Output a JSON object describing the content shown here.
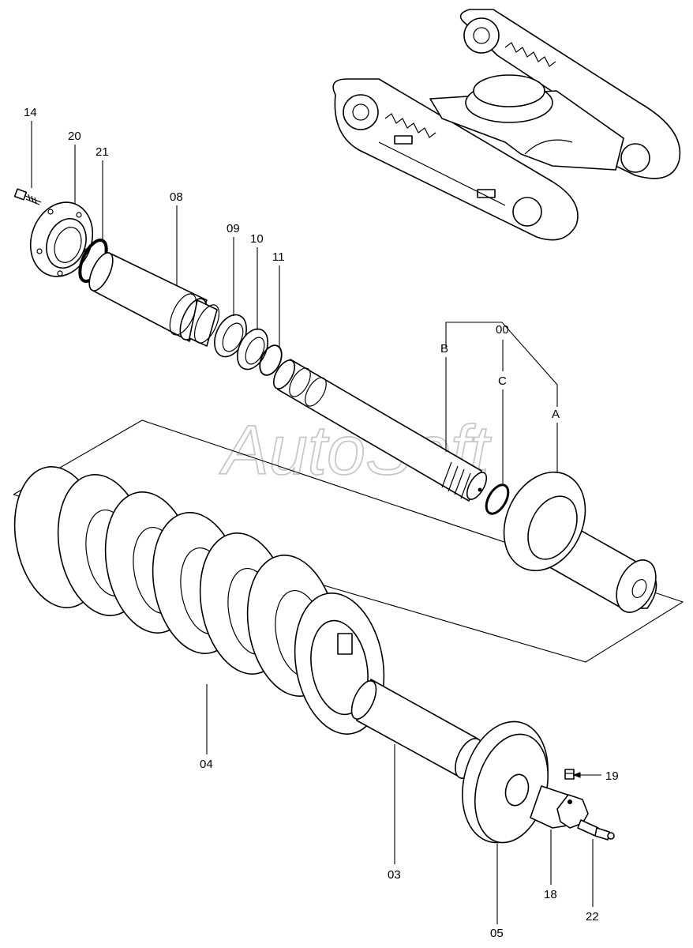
{
  "labels": {
    "p14": "14",
    "p20": "20",
    "p21": "21",
    "p08": "08",
    "p09": "09",
    "p10": "10",
    "p11": "11",
    "p00": "00",
    "pB": "B",
    "pC": "C",
    "pA": "A",
    "p04": "04",
    "p03": "03",
    "p05": "05",
    "p18": "18",
    "p19": "19",
    "p22": "22"
  },
  "watermark": "AutoSoft"
}
